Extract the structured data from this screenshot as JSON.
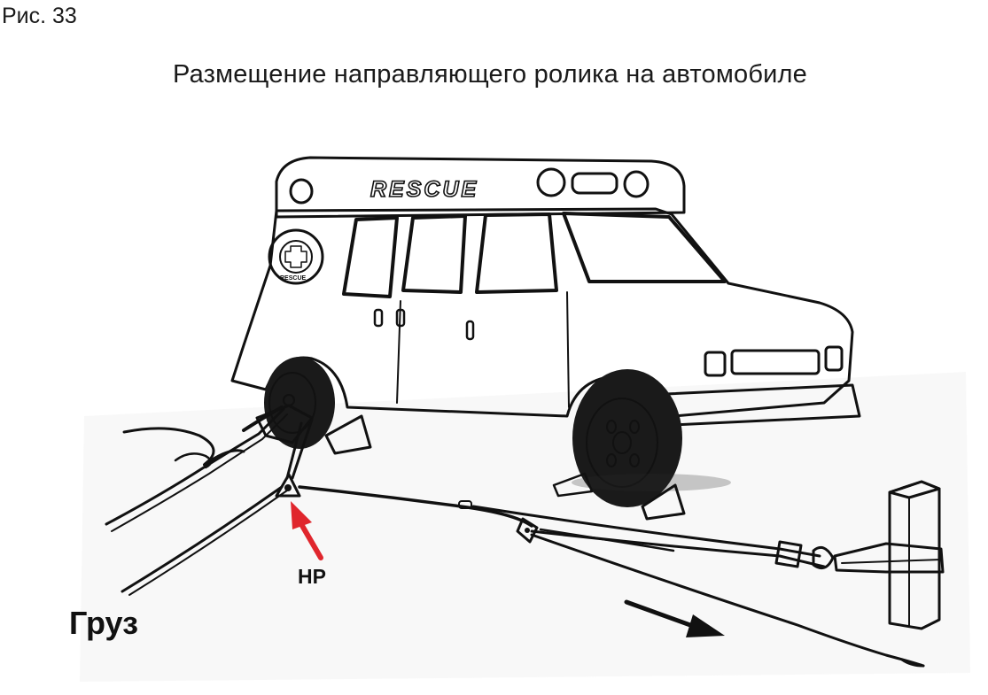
{
  "figure": {
    "number": "Рис. 33",
    "title": "Размещение направляющего ролика на автомобиле"
  },
  "van": {
    "roof_text": "RESCUE",
    "emblem_text": "RESCUE"
  },
  "labels": {
    "load": "Груз",
    "roller": "НР"
  },
  "colors": {
    "roller_arrow": "#e0262d",
    "ink": "#111111",
    "van_body": "#c9c9c9",
    "post": "#6b6b6b"
  },
  "icons": {
    "pull_direction": "arrow-right-down-icon",
    "roller_pointer": "arrow-up-left-icon"
  }
}
